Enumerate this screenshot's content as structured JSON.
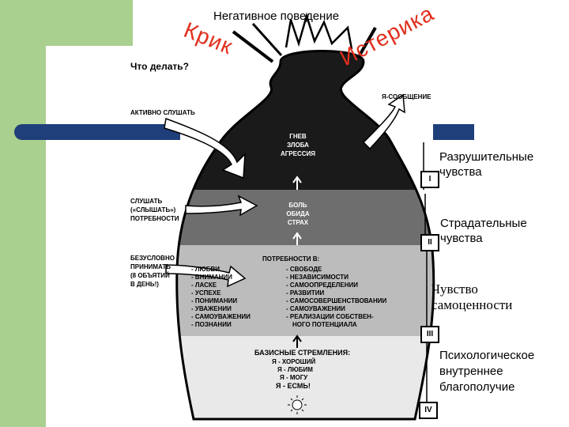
{
  "heading": "Негативное поведение",
  "shout_left": "Крик",
  "shout_right": "Истерика",
  "question": "Что делать?",
  "left_labels": {
    "active": "АКТИВНО СЛУШАТЬ",
    "listen_line1": "СЛУШАТЬ",
    "listen_line2": "(«СЛЫШАТЬ»)",
    "listen_line3": "ПОТРЕБНОСТИ",
    "accept_line1": "БЕЗУСЛОВНО",
    "accept_line2": "ПРИНИМАТЬ",
    "accept_line3": "(8 ОБЪЯТИЙ",
    "accept_line4": "В ДЕНЬ!)"
  },
  "i_message": "Я-СООБЩЕНИЕ",
  "layer1": {
    "line1": "ГНЕВ",
    "line2": "ЗЛОБА",
    "line3": "АГРЕССИЯ"
  },
  "layer2": {
    "line1": "БОЛЬ",
    "line2": "ОБИДА",
    "line3": "СТРАХ"
  },
  "needs": {
    "title": "ПОТРЕБНОСТИ В:",
    "left": [
      "- ЛЮБВИ",
      "- ВНИМАНИИ",
      "- ЛАСКЕ",
      "- УСПЕХЕ",
      "- ПОНИМАНИИ",
      "- УВАЖЕНИИ",
      "- САМОУВАЖЕНИИ",
      "- ПОЗНАНИИ"
    ],
    "right": [
      "- СВОБОДЕ",
      "- НЕЗАВИСИМОСТИ",
      "- САМООПРЕДЕЛЕНИИ",
      "- РАЗВИТИИ",
      "- САМОСОВЕРШЕНСТВОВАНИИ",
      "- САМОУВАЖЕНИИ",
      "- РЕАЛИЗАЦИИ СОБСТВЕН-",
      "НОГО ПОТЕНЦИАЛА"
    ]
  },
  "basic": {
    "title": "БАЗИСНЫЕ СТРЕМЛЕНИЯ:",
    "lines": [
      "Я - ХОРОШИЙ",
      "Я - ЛЮБИМ",
      "Я - МОГУ",
      "Я - ЕСМЬ!"
    ]
  },
  "levels": [
    "I",
    "II",
    "III",
    "IV"
  ],
  "right_labels": {
    "destructive_1": "Разрушительные",
    "destructive_2": "чувства",
    "suffering_1": "Страдательные",
    "suffering_2": "чувства",
    "selfworth_1": "Чувство",
    "selfworth_2": "самоценности",
    "wellbeing_1": "Психологическое",
    "wellbeing_2": "внутреннее",
    "wellbeing_3": "благополучие"
  },
  "colors": {
    "green": "#a9d08e",
    "blue": "#1f3f7a",
    "red": "#e0301e"
  }
}
